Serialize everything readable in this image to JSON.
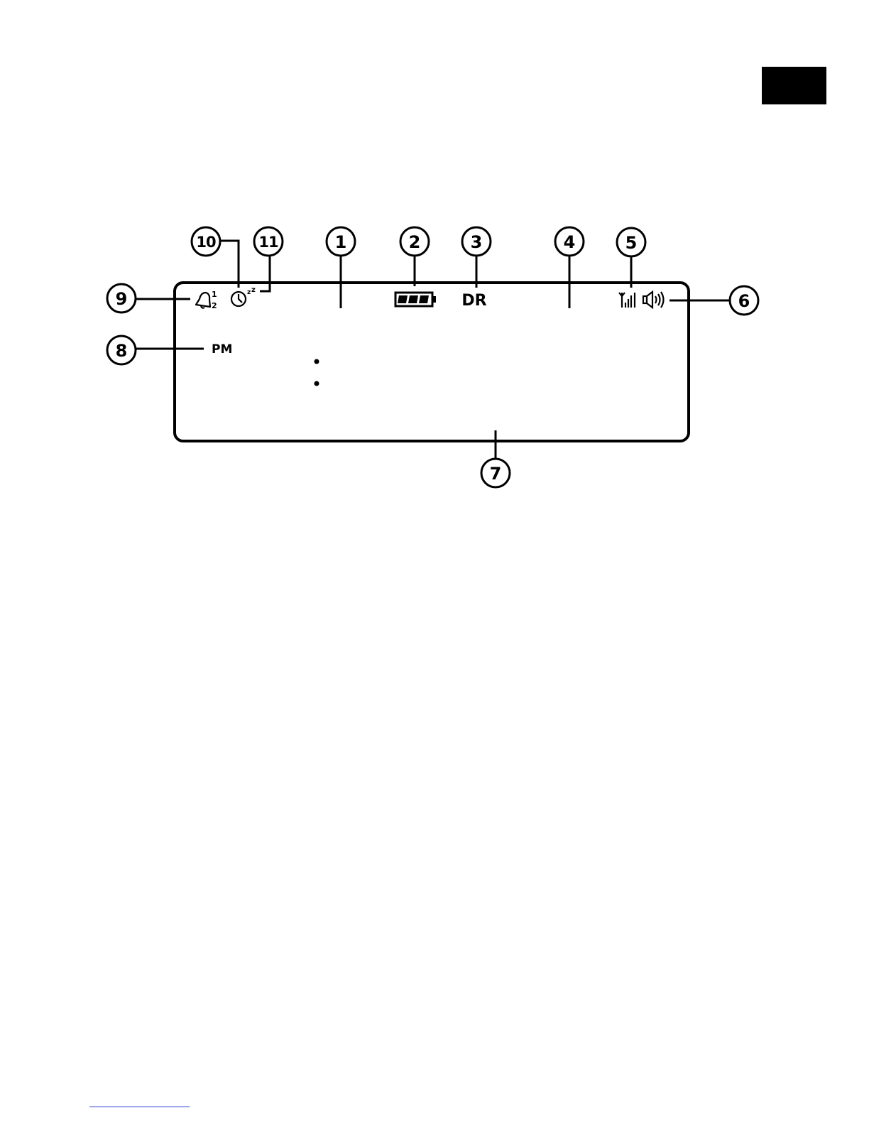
{
  "page_tab": {
    "color": "#000000"
  },
  "display": {
    "pm_label": "PM",
    "dr_label": "DR",
    "alarm_sub_top": "1",
    "alarm_sub_bottom": "2",
    "snooze_label": "z",
    "snooze_label_small": "z",
    "icons": [
      "alarm-bell-icon",
      "sleep-timer-clock-icon",
      "battery-icon",
      "signal-strength-icon",
      "speaker-volume-icon"
    ]
  },
  "callouts": [
    {
      "id": "1",
      "label": "1"
    },
    {
      "id": "2",
      "label": "2"
    },
    {
      "id": "3",
      "label": "3"
    },
    {
      "id": "4",
      "label": "4"
    },
    {
      "id": "5",
      "label": "5"
    },
    {
      "id": "6",
      "label": "6"
    },
    {
      "id": "7",
      "label": "7"
    },
    {
      "id": "8",
      "label": "8"
    },
    {
      "id": "9",
      "label": "9"
    },
    {
      "id": "10",
      "label": "10"
    },
    {
      "id": "11",
      "label": "11"
    }
  ],
  "footer_link_color": "#2b3bd1"
}
